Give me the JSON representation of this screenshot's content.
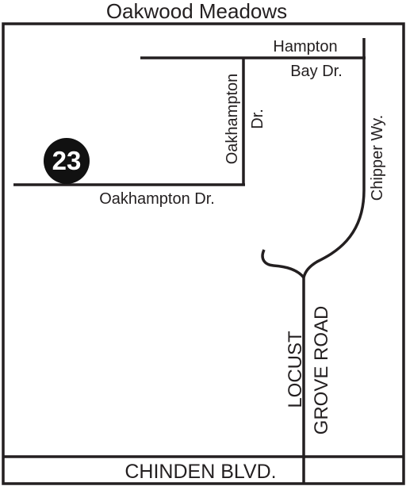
{
  "map": {
    "title": "Oakwood Meadows",
    "marker": {
      "number": "23",
      "fill": "#111111",
      "text_color": "#ffffff"
    },
    "streets": {
      "oakhampton_horizontal": "Oakhampton Dr.",
      "oakhampton_vertical_1": "Oakhampton",
      "oakhampton_vertical_2": "Dr.",
      "hampton_bay_1": "Hampton",
      "hampton_bay_2": "Bay Dr.",
      "chipper": "Chipper Wy.",
      "locust_grove_1": "LOCUST",
      "locust_grove_2": "GROVE ROAD",
      "chinden": "CHINDEN BLVD."
    },
    "colors": {
      "ink": "#231f20",
      "background": "#ffffff"
    }
  }
}
